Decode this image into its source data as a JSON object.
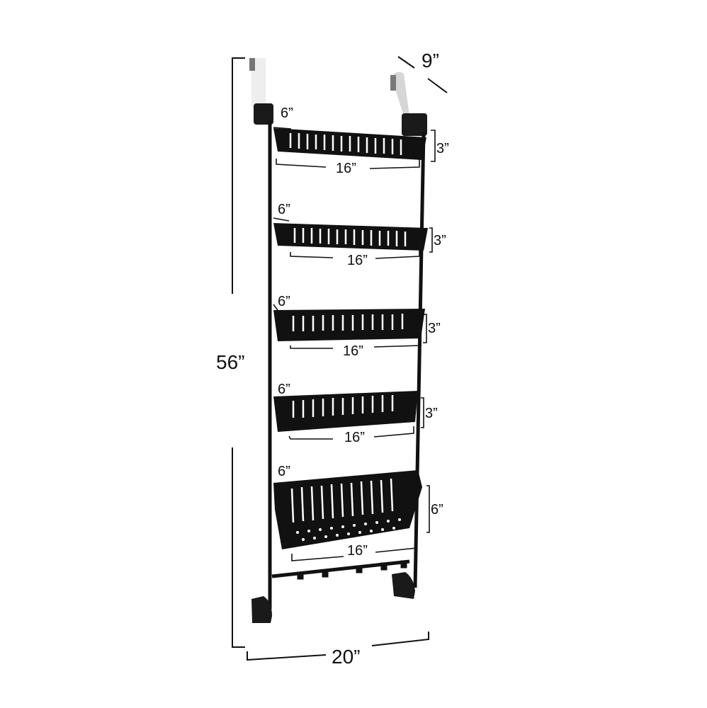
{
  "product": {
    "description": "Over-the-door 5-tier basket organizer rack with dimension annotations",
    "frame_color": "#111111",
    "hook_color": "#d8d8d8",
    "background": "#ffffff"
  },
  "dimensions": {
    "overall_height": "56”",
    "overall_width": "20”",
    "depth": "9”"
  },
  "baskets": [
    {
      "index": 1,
      "depth": "6”",
      "width": "16”",
      "height": "3”"
    },
    {
      "index": 2,
      "depth": "6”",
      "width": "16”",
      "height": "3”"
    },
    {
      "index": 3,
      "depth": "6”",
      "width": "16”",
      "height": "3”"
    },
    {
      "index": 4,
      "depth": "6”",
      "width": "16”",
      "height": "3”"
    },
    {
      "index": 5,
      "depth": "6”",
      "width": "16”",
      "height": "6”"
    }
  ],
  "hooks_count": 5
}
